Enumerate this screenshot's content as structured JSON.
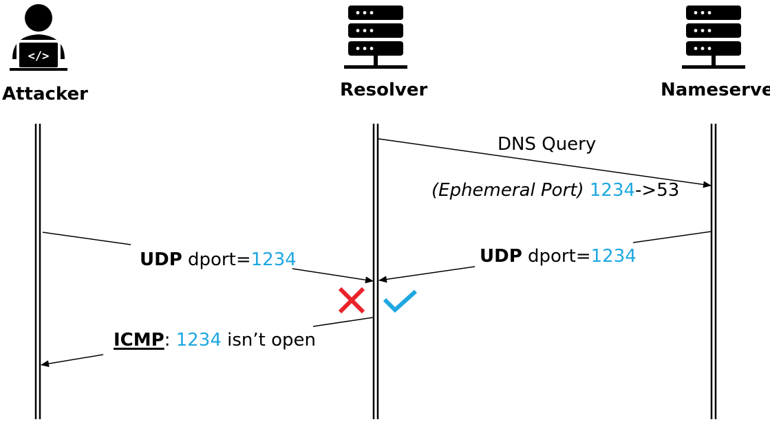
{
  "colors": {
    "accent": "#1ea7e1",
    "fail": "#e8232b",
    "ok": "#1ea7e1",
    "line": "#000000"
  },
  "actors": {
    "attacker": {
      "label": "Attacker",
      "icon": "hacker-laptop-icon"
    },
    "resolver": {
      "label": "Resolver",
      "icon": "server-stack-icon"
    },
    "nameserver": {
      "label": "Nameserver",
      "icon": "server-stack-icon"
    }
  },
  "messages": {
    "dns_query": {
      "title": "DNS Query",
      "port_label": "(Ephemeral Port)",
      "src_port": "1234",
      "arrow_dst": "->53"
    },
    "attacker_udp": {
      "proto": "UDP",
      "field": "dport=",
      "port": "1234"
    },
    "nameserver_udp": {
      "proto": "UDP",
      "field": "dport=",
      "port": "1234"
    },
    "icmp": {
      "proto": "ICMP",
      "sep": ":",
      "port": "1234",
      "text": "isn’t open"
    }
  },
  "markers": {
    "reject": "cross-mark-icon",
    "accept": "check-mark-icon"
  }
}
